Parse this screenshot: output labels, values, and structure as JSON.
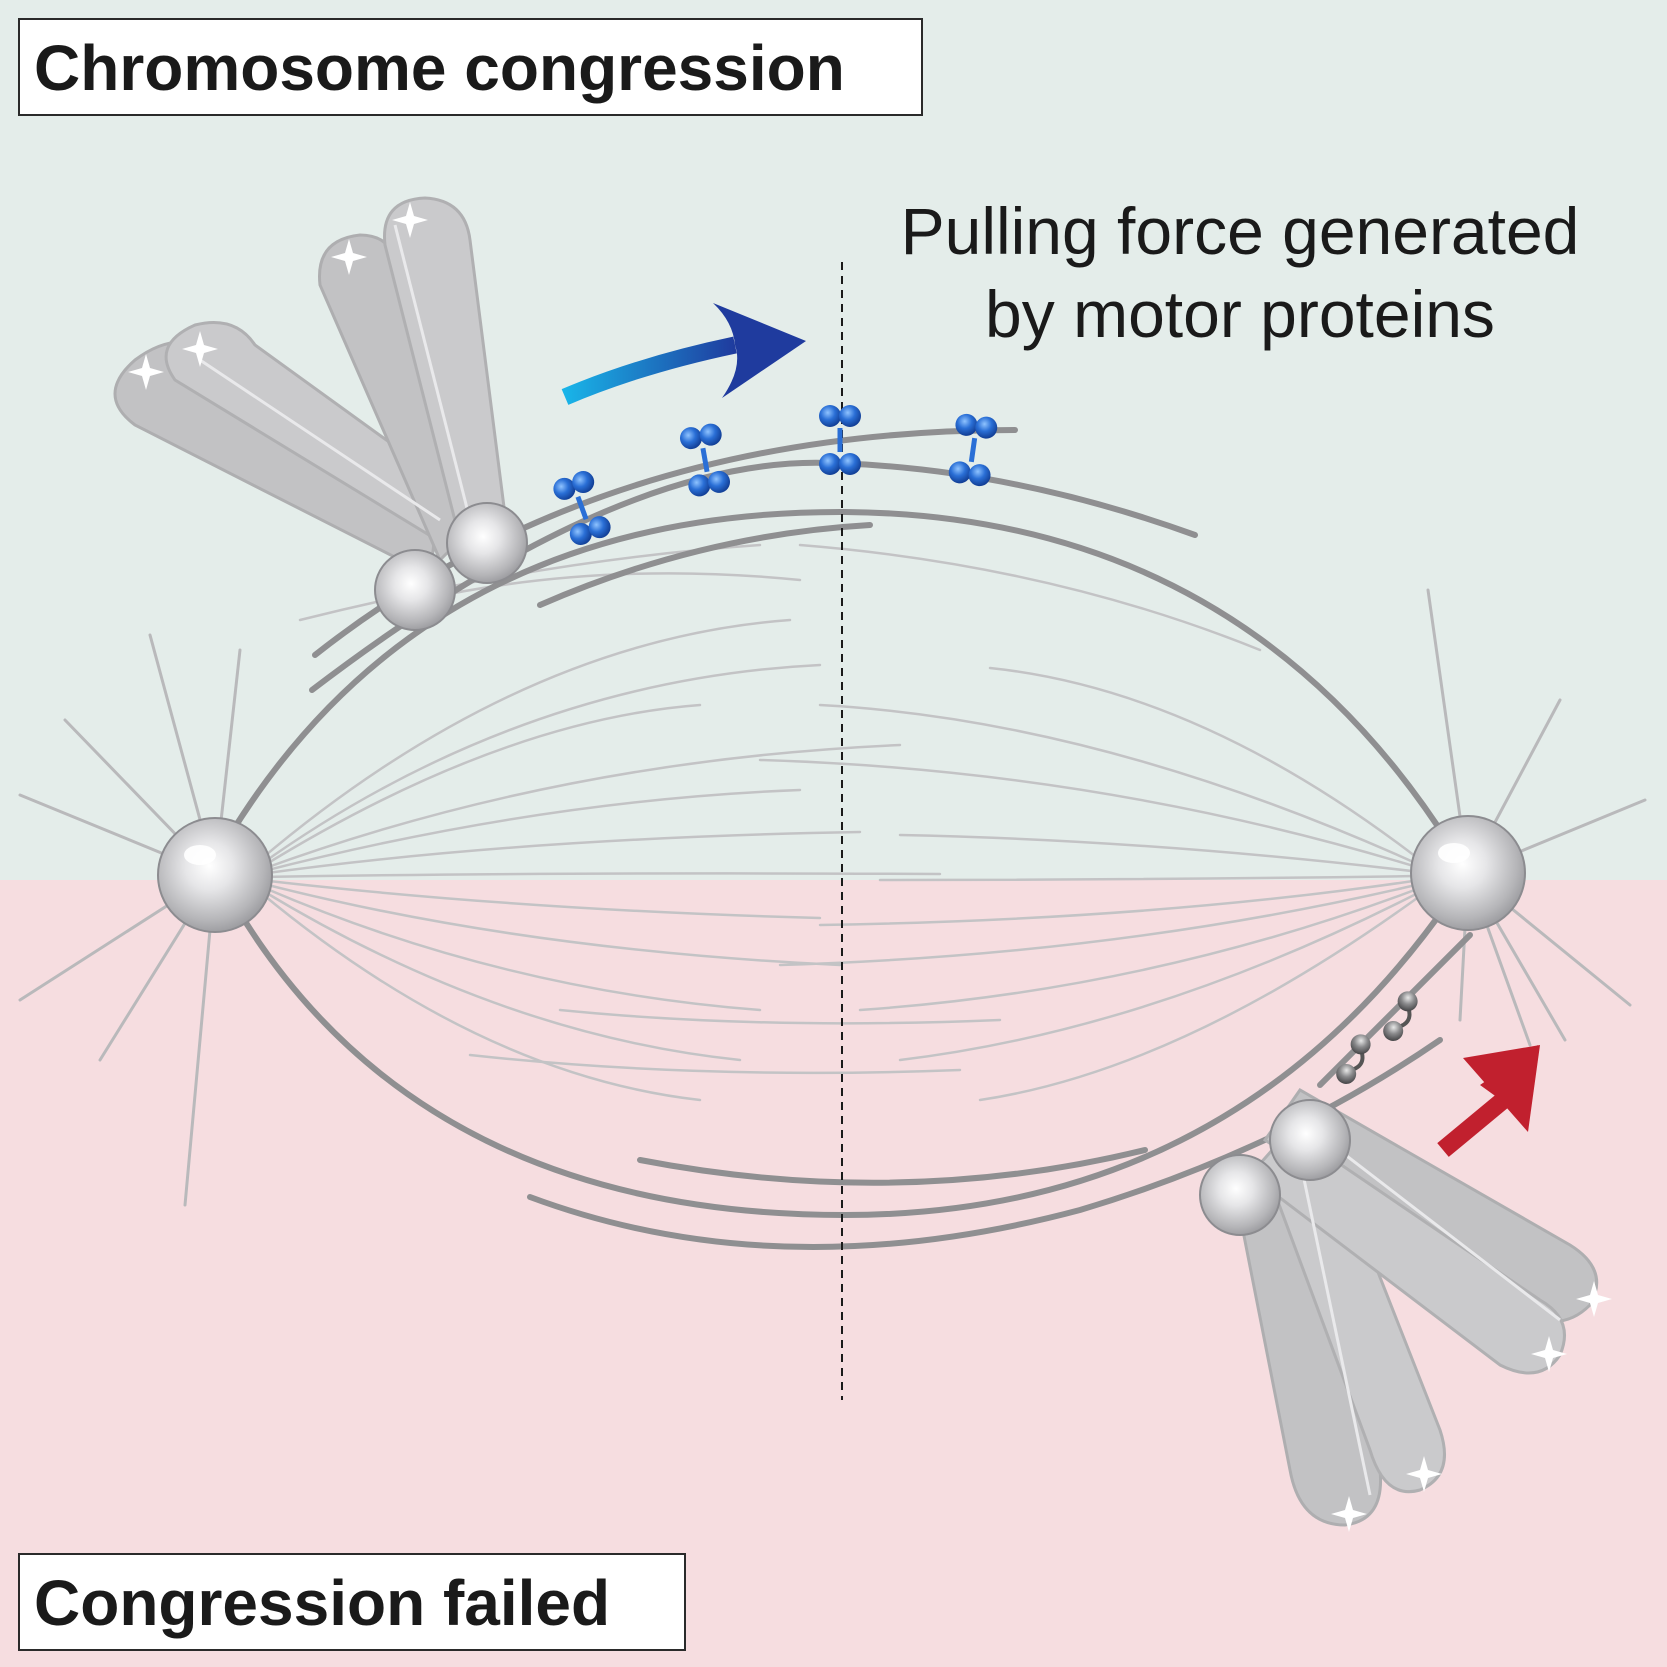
{
  "labels": {
    "top_title": "Chromosome congression",
    "bottom_title": "Congression failed",
    "caption_line1": "Pulling force generated",
    "caption_line2": "by motor proteins"
  },
  "colors": {
    "top_background": "#e4edea",
    "bottom_background": "#f6dde0",
    "microtubule": "#8f8f91",
    "chromosome": "#c2c2c4",
    "motor_protein_blue": "#1f63c9",
    "success_arrow_start": "#19b4e8",
    "success_arrow_end": "#1f3b9e",
    "failure_arrow": "#c1202e"
  },
  "icons": {
    "left_pole": "centrosome-icon",
    "right_pole": "centrosome-icon",
    "motor": "motor-protein-icon",
    "inactive_motor": "inactive-motor-icon",
    "success_arrow": "curved-arrow-icon",
    "failure_arrow": "arrow-icon"
  }
}
